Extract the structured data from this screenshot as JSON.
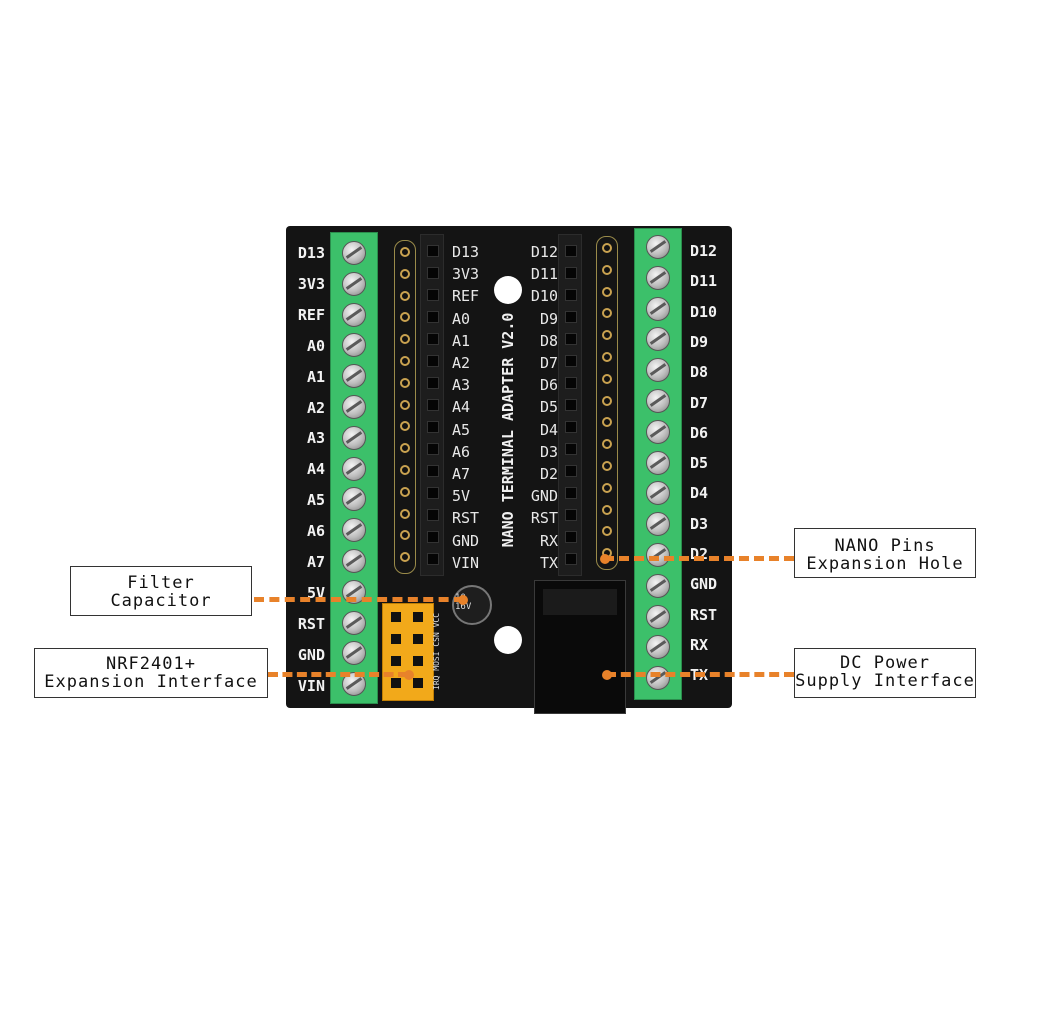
{
  "board": {
    "title": "NANO TERMINAL ADAPTER V2.0",
    "left_edge_labels": [
      "D13",
      "3V3",
      "REF",
      "A0",
      "A1",
      "A2",
      "A3",
      "A4",
      "A5",
      "A6",
      "A7",
      "5V",
      "RST",
      "GND",
      "VIN"
    ],
    "right_edge_labels": [
      "D12",
      "D11",
      "D10",
      "D9",
      "D8",
      "D7",
      "D6",
      "D5",
      "D4",
      "D3",
      "D2",
      "GND",
      "RST",
      "RX",
      "TX"
    ],
    "left_header_labels": [
      "D13",
      "3V3",
      "REF",
      "A0",
      "A1",
      "A2",
      "A3",
      "A4",
      "A5",
      "A6",
      "A7",
      "5V",
      "RST",
      "GND",
      "VIN"
    ],
    "right_header_labels": [
      "D12",
      "D11",
      "D10",
      "D9",
      "D8",
      "D7",
      "D6",
      "D5",
      "D4",
      "D3",
      "D2",
      "GND",
      "RST",
      "RX",
      "TX"
    ],
    "nrf_pin_labels": "IRQ MOSI CSN VCC",
    "capacitor_marking": "10\n16V"
  },
  "callouts": {
    "filter_capacitor": {
      "line1": "Filter",
      "line2": "Capacitor"
    },
    "nrf": {
      "line1": "NRF2401+",
      "line2": "Expansion Interface"
    },
    "nano_pins": {
      "line1": "NANO Pins",
      "line2": "Expansion Hole"
    },
    "dc_power": {
      "line1": "DC Power",
      "line2": "Supply Interface"
    }
  },
  "colors": {
    "board": "#141414",
    "terminal": "#3cc06a",
    "nrf_header": "#f2a91a",
    "leader_line": "#e8822a"
  }
}
